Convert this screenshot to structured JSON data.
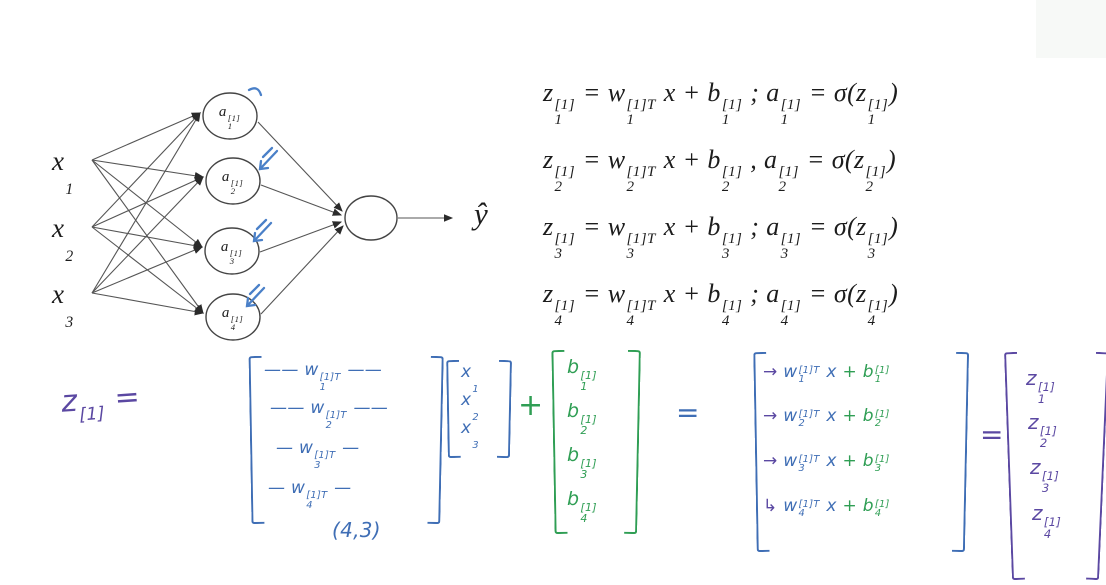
{
  "diagram": {
    "inputs": [
      "x_1",
      "x_2",
      "x_3"
    ],
    "hidden_nodes": [
      "a_1^{[1]}",
      "a_2^{[1]}",
      "a_3^{[1]}",
      "a_4^{[1]}"
    ],
    "output_label": "ŷ"
  },
  "equations": [
    "z_1^{[1]} = w_1^{[1]T} x + b_1^{[1]} ; a_1^{[1]} = σ(z_1^{[1]})",
    "z_2^{[1]} = w_2^{[1]T} x + b_2^{[1]} , a_2^{[1]} = σ(z_2^{[1]})",
    "z_3^{[1]} = w_3^{[1]T} x + b_3^{[1]} ; a_3^{[1]} = σ(z_3^{[1]})",
    "z_4^{[1]} = w_4^{[1]T} x + b_4^{[1]} ; a_4^{[1]} = σ(z_4^{[1]})"
  ],
  "handwritten": {
    "lhs": "z^{[1]} =",
    "w_matrix_rows": [
      "—— w_1^{[1]T} ——",
      "—— w_2^{[1]T} ——",
      "— w_3^{[1]T} —",
      "— w_4^{[1]T} —"
    ],
    "w_matrix_shape": "(4,3)",
    "x_vector_rows": [
      "x_1",
      "x_2",
      "x_3"
    ],
    "plus_sign": "+",
    "b_vector_rows": [
      "b_1^{[1]}",
      "b_2^{[1]}",
      "b_3^{[1]}",
      "b_4^{[1]}"
    ],
    "equals_sign_1": "=",
    "wx_rows": [
      {
        "arrow": "→",
        "w": "w_1^{[1]T} x",
        "b": "+ b_1^{[1]}"
      },
      {
        "arrow": "→",
        "w": "w_2^{[1]T} x",
        "b": "+ b_2^{[1]}"
      },
      {
        "arrow": "→",
        "w": "w_3^{[1]T} x",
        "b": "+ b_3^{[1]}"
      },
      {
        "arrow": "↳",
        "w": "w_4^{[1]T} x",
        "b": "+ b_4^{[1]}"
      }
    ],
    "equals_sign_2": "=",
    "z_vector_rows": [
      "z_1^{[1]}",
      "z_2^{[1]}",
      "z_3^{[1]}",
      "z_4^{[1]}"
    ]
  },
  "colors": {
    "ink_black": "#1c1c1c",
    "hand_blue": "#3f6eb5",
    "hand_green": "#2f9e54",
    "hand_purple": "#5b48a2",
    "annotation_blue": "#4a80c8"
  }
}
